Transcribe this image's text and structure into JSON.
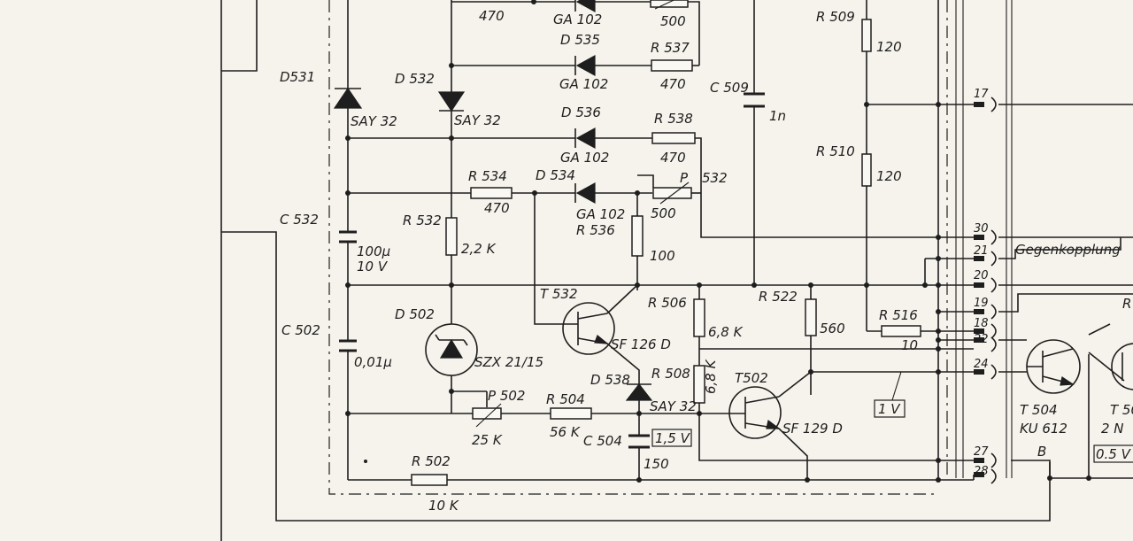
{
  "labels": {
    "r_top_470": "470",
    "d_top_ga102": "GA 102",
    "p_top_500": "500",
    "d535": "D 535",
    "r537": "R 537",
    "d535_type": "GA 102",
    "r537_val": "470",
    "r509": "R 509",
    "r509_val": "120",
    "c509": "C 509",
    "c509_val": "1n",
    "d531": "D531",
    "d531_type": "SAY 32",
    "d532": "D 532",
    "d532_type": "SAY 32",
    "d536": "D 536",
    "d536_type": "GA 102",
    "r538": "R 538",
    "r538_val": "470",
    "r510": "R 510",
    "r510_val": "120",
    "r534": "R 534",
    "r534_val": "470",
    "d534": "D 534",
    "d534_type": "GA 102",
    "p532_p": "P",
    "p532_num": "532",
    "p532_val": "500",
    "r536": "R 536",
    "r536_val": "100",
    "c532": "C 532",
    "c532_val": "100µ",
    "c532_volt": "10 V",
    "r532": "R 532",
    "r532_val": "2,2 K",
    "t532": "T 532",
    "t532_type": "SF 126 D",
    "r506": "R 506",
    "r506_val": "6,8 K",
    "r522": "R 522",
    "r522_val": "560",
    "r516": "R 516",
    "r516_val": "10",
    "d502": "D 502",
    "d502_type": "SZX 21/15",
    "c502": "C 502",
    "c502_val": "0,01µ",
    "p502": "P 502",
    "p502_val": "25 K",
    "r504": "R 504",
    "r504_val": "56 K",
    "d538": "D 538",
    "d538_type": "SAY 32",
    "r508": "R 508",
    "r508_val": "6,8 K",
    "t502": "T502",
    "t502_type": "SF 129 D",
    "c504": "C 504",
    "c504_val": "150",
    "volt_1_5": "1,5 V",
    "volt_1": "1 V",
    "volt_0_5": "0.5 V",
    "r502": "R 502",
    "r502_val": "10 K",
    "t504": "T 504",
    "t504_type": "KU 612",
    "t50x": "T 50",
    "t50x_type": "2 N",
    "gegenkopplung": "Gegenkopplung",
    "node_b": "B",
    "r_edge": "R"
  },
  "terminals": [
    "17",
    "30",
    "21",
    "20",
    "19",
    "18",
    "22",
    "24",
    "27",
    "28"
  ]
}
